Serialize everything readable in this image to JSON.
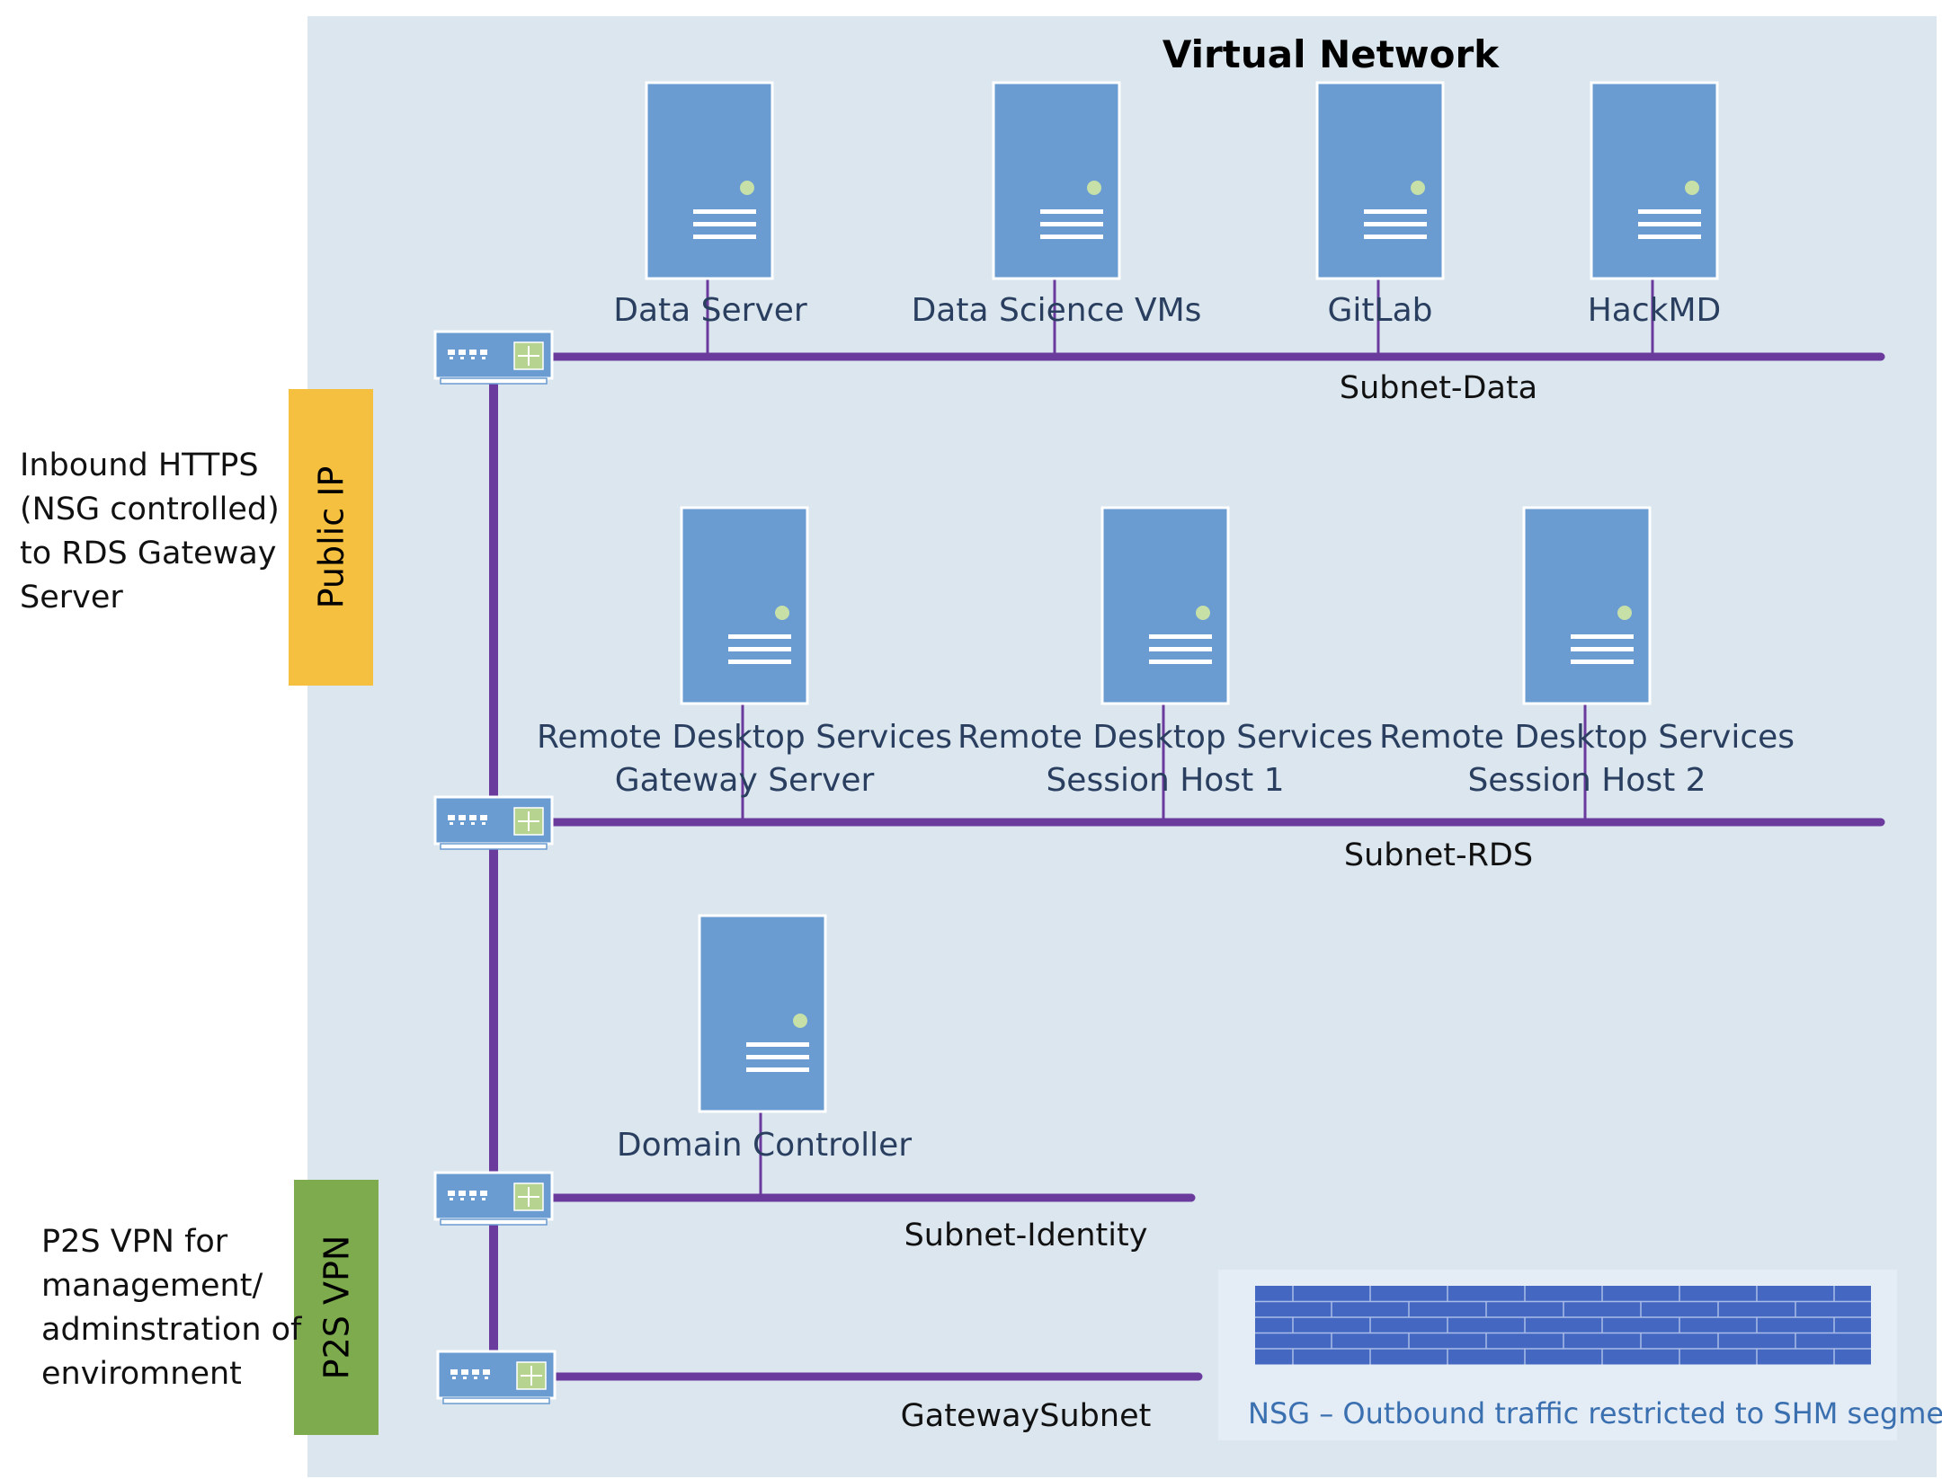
{
  "title": "Virtual Network",
  "colors": {
    "vnet_bg": "#dbe6ef",
    "server_fill": "#6a9bd1",
    "server_stroke": "#ffffff",
    "status_dot": "#c6e0a8",
    "link_line": "#6a3a9c",
    "public_ip_badge": "#f5bf3f",
    "vpn_badge": "#7eab4e",
    "firewall": "#4468c2",
    "nsg_text": "#3a6fb0"
  },
  "subnets": {
    "data": {
      "label": "Subnet-Data",
      "servers": [
        {
          "label": "Data Server",
          "icon": "server-icon"
        },
        {
          "label": "Data Science VMs",
          "icon": "server-icon"
        },
        {
          "label": "GitLab",
          "icon": "server-icon"
        },
        {
          "label": "HackMD",
          "icon": "server-icon"
        }
      ]
    },
    "rds": {
      "label": "Subnet-RDS",
      "servers": [
        {
          "label": "Remote Desktop Services\nGateway Server",
          "icon": "server-icon"
        },
        {
          "label": "Remote Desktop Services\nSession Host 1",
          "icon": "server-icon"
        },
        {
          "label": "Remote Desktop Services\nSession Host 2",
          "icon": "server-icon"
        }
      ]
    },
    "identity": {
      "label": "Subnet-Identity",
      "servers": [
        {
          "label": "Domain Controller",
          "icon": "server-icon"
        }
      ]
    },
    "gateway": {
      "label": "GatewaySubnet"
    }
  },
  "public_ip": {
    "badge": "Public IP",
    "note": "Inbound HTTPS\n(NSG controlled)\nto RDS Gateway\nServer"
  },
  "vpn": {
    "badge": "P2S VPN",
    "note": "P2S VPN for\nmanagement/\nadminstration of\nenviromnent"
  },
  "nsg": {
    "label": "NSG – Outbound traffic restricted to SHM segment",
    "icon": "firewall-icon"
  }
}
